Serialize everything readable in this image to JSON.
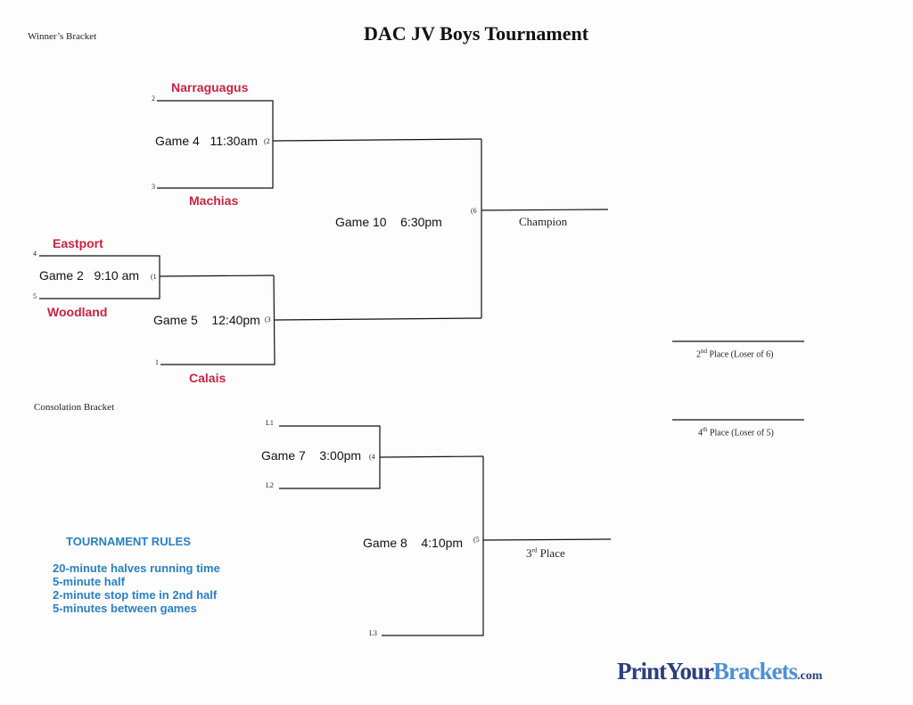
{
  "header": {
    "title": "DAC JV Boys Tournament",
    "winners_label": "Winner’s Bracket",
    "consolation_label": "Consolation Bracket"
  },
  "teams": {
    "narraguagus": "Narraguagus",
    "machias": "Machias",
    "eastport": "Eastport",
    "woodland": "Woodland",
    "calais": "Calais"
  },
  "seeds": {
    "s2": "2",
    "s3": "3",
    "s4": "4",
    "s5": "5",
    "s1": "1",
    "l1": "L1",
    "l2": "L2",
    "l3": "L3"
  },
  "games": {
    "g4": "Game 4   11:30am",
    "g2": "Game 2   9:10 am",
    "g5": "Game 5    12:40pm",
    "g10": "Game 10    6:30pm",
    "g7": "Game 7    3:00pm",
    "g8": "Game 8    4:10pm"
  },
  "game_marks": {
    "m2": "(2",
    "m1": "(1",
    "m3": "(3",
    "m6": "(6",
    "m4": "(4",
    "m5": "(5"
  },
  "results": {
    "champion": "Champion",
    "second_num": "2",
    "second_sup": "nd",
    "second_text": " Place (Loser of 6)",
    "fourth_num": "4",
    "fourth_sup": "th",
    "fourth_text": " Place (Loser of 5)",
    "third_num": "3",
    "third_sup": "rd",
    "third_text": " Place"
  },
  "rules": {
    "heading": "TOURNAMENT RULES",
    "items": [
      "20-minute halves running time",
      "5-minute half",
      "2-minute stop time in 2nd half",
      "5-minutes between games"
    ]
  },
  "logo": {
    "part1": "Print",
    "part2": "Your",
    "part3": "Brackets",
    "suffix": ".com"
  },
  "colors": {
    "team_red": "#c8243f",
    "rules_blue": "#2a7fc0",
    "logo_navy": "#2d3f7a",
    "logo_blue": "#4f8fd1"
  }
}
